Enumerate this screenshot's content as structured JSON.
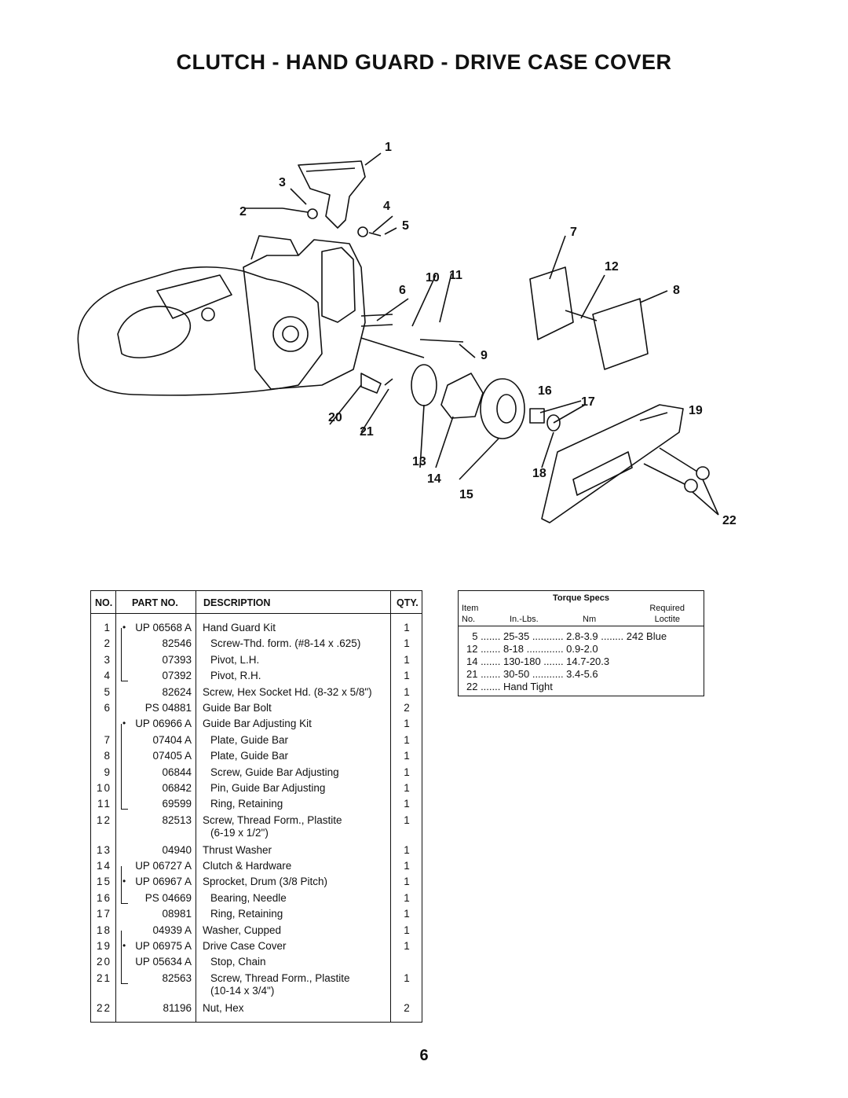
{
  "title": "CLUTCH - HAND GUARD - DRIVE CASE COVER",
  "diagram": {
    "callouts": [
      "1",
      "2",
      "3",
      "4",
      "5",
      "6",
      "7",
      "8",
      "9",
      "10",
      "11",
      "12",
      "13",
      "14",
      "15",
      "16",
      "17",
      "18",
      "19",
      "20",
      "21",
      "22"
    ]
  },
  "parts_table": {
    "headers": {
      "no": "NO.",
      "part_no": "PART NO.",
      "description": "DESCRIPTION",
      "qty": "QTY."
    },
    "rows": [
      {
        "no": "1",
        "part": "UP 06568 A",
        "bullet": "•",
        "desc": "Hand Guard Kit",
        "qty": "1"
      },
      {
        "no": "2",
        "part": "82546",
        "desc": "Screw-Thd. form. (#8-14 x .625)",
        "qty": "1",
        "indent": true
      },
      {
        "no": "3",
        "part": "07393",
        "desc": "Pivot, L.H.",
        "qty": "1",
        "indent": true
      },
      {
        "no": "4",
        "part": "07392",
        "desc": "Pivot, R.H.",
        "qty": "1",
        "indent": true
      },
      {
        "no": "5",
        "part": "82624",
        "desc": "Screw, Hex Socket Hd. (8-32 x 5/8\")",
        "qty": "1"
      },
      {
        "no": "6",
        "part": "PS 04881",
        "desc": "Guide Bar Bolt",
        "qty": "2"
      },
      {
        "no": "",
        "part": "UP 06966 A",
        "bullet": "•",
        "desc": "Guide Bar Adjusting Kit",
        "qty": "1"
      },
      {
        "no": "7",
        "part": "07404 A",
        "desc": "Plate, Guide Bar",
        "qty": "1",
        "indent": true
      },
      {
        "no": "8",
        "part": "07405 A",
        "desc": "Plate, Guide Bar",
        "qty": "1",
        "indent": true
      },
      {
        "no": "9",
        "part": "06844",
        "desc": "Screw, Guide Bar Adjusting",
        "qty": "1",
        "indent": true
      },
      {
        "no": "10",
        "part": "06842",
        "desc": "Pin, Guide Bar Adjusting",
        "qty": "1",
        "indent": true
      },
      {
        "no": "11",
        "part": "69599",
        "desc": "Ring, Retaining",
        "qty": "1",
        "indent": true
      },
      {
        "no": "12",
        "part": "82513",
        "desc": "Screw, Thread Form., Plastite",
        "desc2": "(6-19 x 1/2\")",
        "qty": "1"
      },
      {
        "no": "13",
        "part": "04940",
        "desc": "Thrust Washer",
        "qty": "1"
      },
      {
        "no": "14",
        "part": "UP 06727 A",
        "desc": "Clutch & Hardware",
        "qty": "1"
      },
      {
        "no": "15",
        "part": "UP 06967 A",
        "bullet": "•",
        "desc": "Sprocket, Drum (3/8 Pitch)",
        "qty": "1"
      },
      {
        "no": "16",
        "part": "PS 04669",
        "desc": "Bearing, Needle",
        "qty": "1",
        "indent": true
      },
      {
        "no": "17",
        "part": "08981",
        "desc": "Ring, Retaining",
        "qty": "1",
        "indent": true
      },
      {
        "no": "18",
        "part": "04939 A",
        "desc": "Washer, Cupped",
        "qty": "1"
      },
      {
        "no": "19",
        "part": "UP 06975 A",
        "bullet": "•",
        "desc": "Drive Case Cover",
        "qty": "1"
      },
      {
        "no": "20",
        "part": "UP 05634 A",
        "desc": "Stop, Chain",
        "qty": "",
        "indent": true
      },
      {
        "no": "21",
        "part": "82563",
        "desc": "Screw, Thread Form., Plastite",
        "desc2": "(10-14 x 3/4\")",
        "qty": "1",
        "indent": true
      },
      {
        "no": "22",
        "part": "81196",
        "desc": "Nut, Hex",
        "qty": "2"
      }
    ]
  },
  "torque_table": {
    "title": "Torque Specs",
    "header_item": "Item",
    "header_no": "No.",
    "header_inlbs": "In.-Lbs.",
    "header_nm": "Nm",
    "header_required": "Required",
    "header_loctite": "Loctite",
    "rows": [
      "  5 ....... 25-35 ........... 2.8-3.9 ........ 242 Blue",
      "12 ....... 8-18 ............. 0.9-2.0",
      "14 ....... 130-180 ....... 14.7-20.3",
      "21 ....... 30-50 ........... 3.4-5.6",
      "22 ....... Hand Tight"
    ]
  },
  "page_number": "6"
}
